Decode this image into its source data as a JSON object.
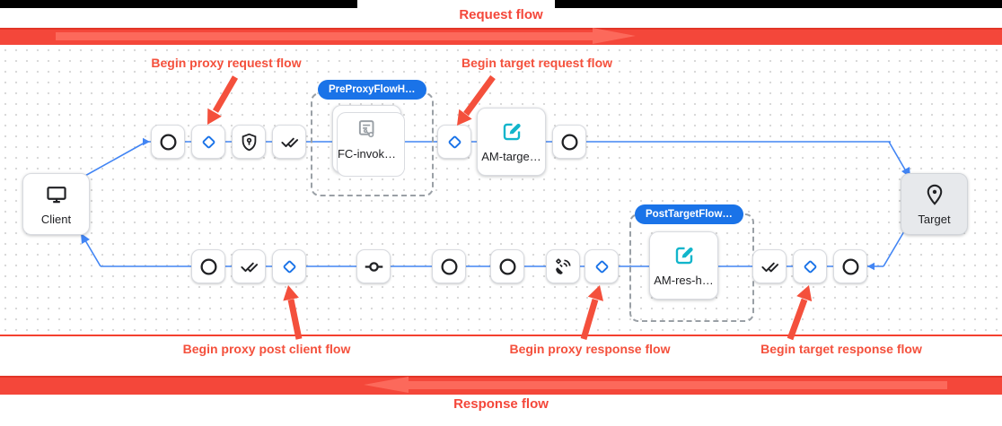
{
  "title_bars": {
    "request_flow": "Request flow",
    "response_flow": "Response flow"
  },
  "callout_labels": {
    "proxy_request": "Begin proxy request flow",
    "target_request": "Begin target request flow",
    "proxy_post_client": "Begin proxy post client flow",
    "proxy_response": "Begin proxy response flow",
    "target_response": "Begin target response flow"
  },
  "badges": {
    "pre_proxy_flow_hook": "PreProxyFlowH…",
    "post_target_flow_hook": "PostTargetFlow…"
  },
  "nodes": {
    "client": {
      "label": "Client",
      "icon": "monitor"
    },
    "target": {
      "label": "Target",
      "icon": "location-pin"
    }
  },
  "policies": {
    "flow_callout": {
      "label": "FC-invok…",
      "icon": "flow-callout"
    },
    "assign_target": {
      "label": "AM-targe…",
      "icon": "edit-square"
    },
    "assign_response": {
      "label": "AM-res-h…",
      "icon": "edit-square"
    }
  },
  "steps": {
    "proxy_request": [
      "circle-outline",
      "diamond-outline",
      "shield-lock",
      "double-check"
    ],
    "target_request_begin": [
      "diamond-outline"
    ],
    "target_request_end": [
      "circle-outline"
    ],
    "proxy_post_client": [
      "circle-outline",
      "double-check",
      "diamond-outline"
    ],
    "route": [
      "route-endpoint"
    ],
    "proxy_response": [
      "circle-outline",
      "circle-outline",
      "satellite-signal",
      "diamond-outline"
    ],
    "target_response": [
      "double-check",
      "diamond-outline",
      "circle-outline"
    ]
  },
  "colors": {
    "annotation_red": "#f4503c",
    "badge_blue": "#1a73e8",
    "connector_blue": "#4285f4",
    "policy_teal": "#12b5cb",
    "icon_gray": "#9aa0a6",
    "ink": "#202124"
  }
}
